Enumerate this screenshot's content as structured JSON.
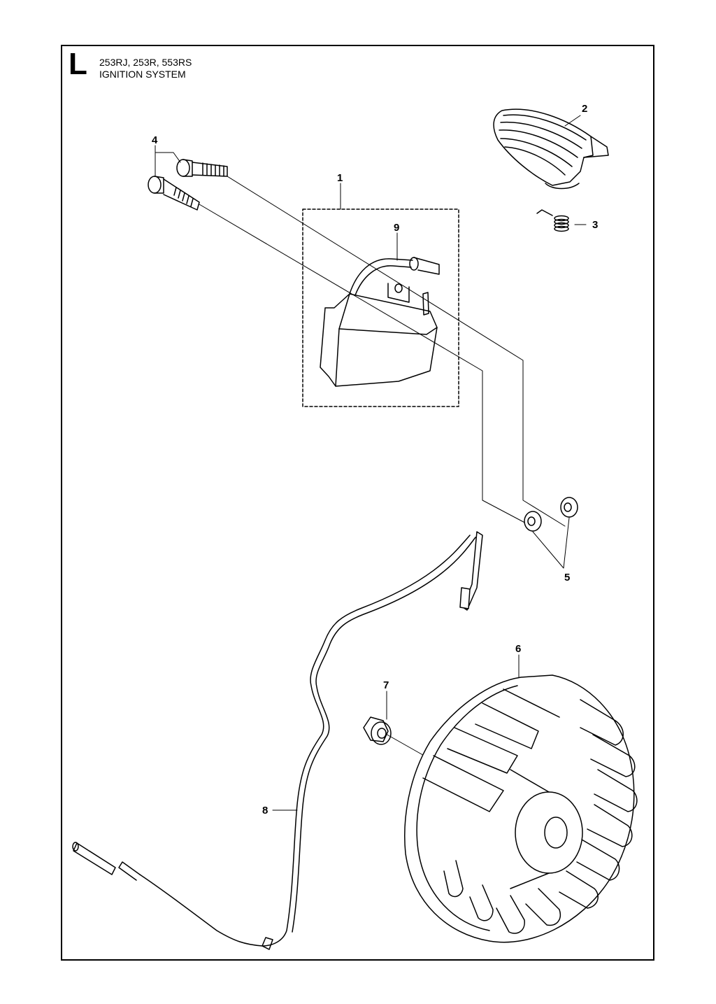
{
  "header": {
    "section_letter": "L",
    "models": "253RJ, 253R, 553RS",
    "title": "IGNITION SYSTEM"
  },
  "callouts": [
    "1",
    "2",
    "3",
    "4",
    "5",
    "6",
    "7",
    "8",
    "9"
  ],
  "parts": {
    "ignition_module_kit": "1",
    "cover": "2",
    "spring": "3",
    "screws": "4",
    "spacers": "5",
    "flywheel": "6",
    "nut": "7",
    "ignition_cable": "8",
    "ignition_coil": "9"
  }
}
